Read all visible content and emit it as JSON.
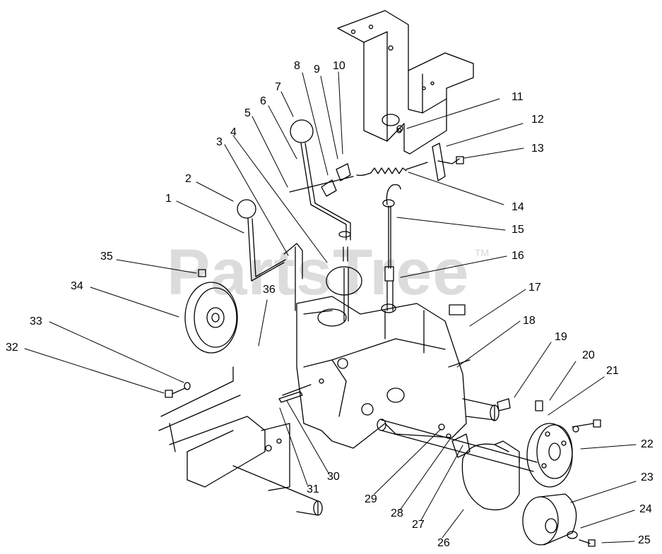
{
  "watermark": {
    "text": "PartsTree",
    "trademark": "TM"
  },
  "callouts": [
    "1",
    "2",
    "3",
    "4",
    "5",
    "6",
    "7",
    "8",
    "9",
    "10",
    "11",
    "12",
    "13",
    "14",
    "15",
    "16",
    "17",
    "18",
    "19",
    "20",
    "21",
    "22",
    "23",
    "24",
    "25",
    "26",
    "27",
    "28",
    "29",
    "30",
    "31",
    "32",
    "33",
    "34",
    "35",
    "36"
  ]
}
